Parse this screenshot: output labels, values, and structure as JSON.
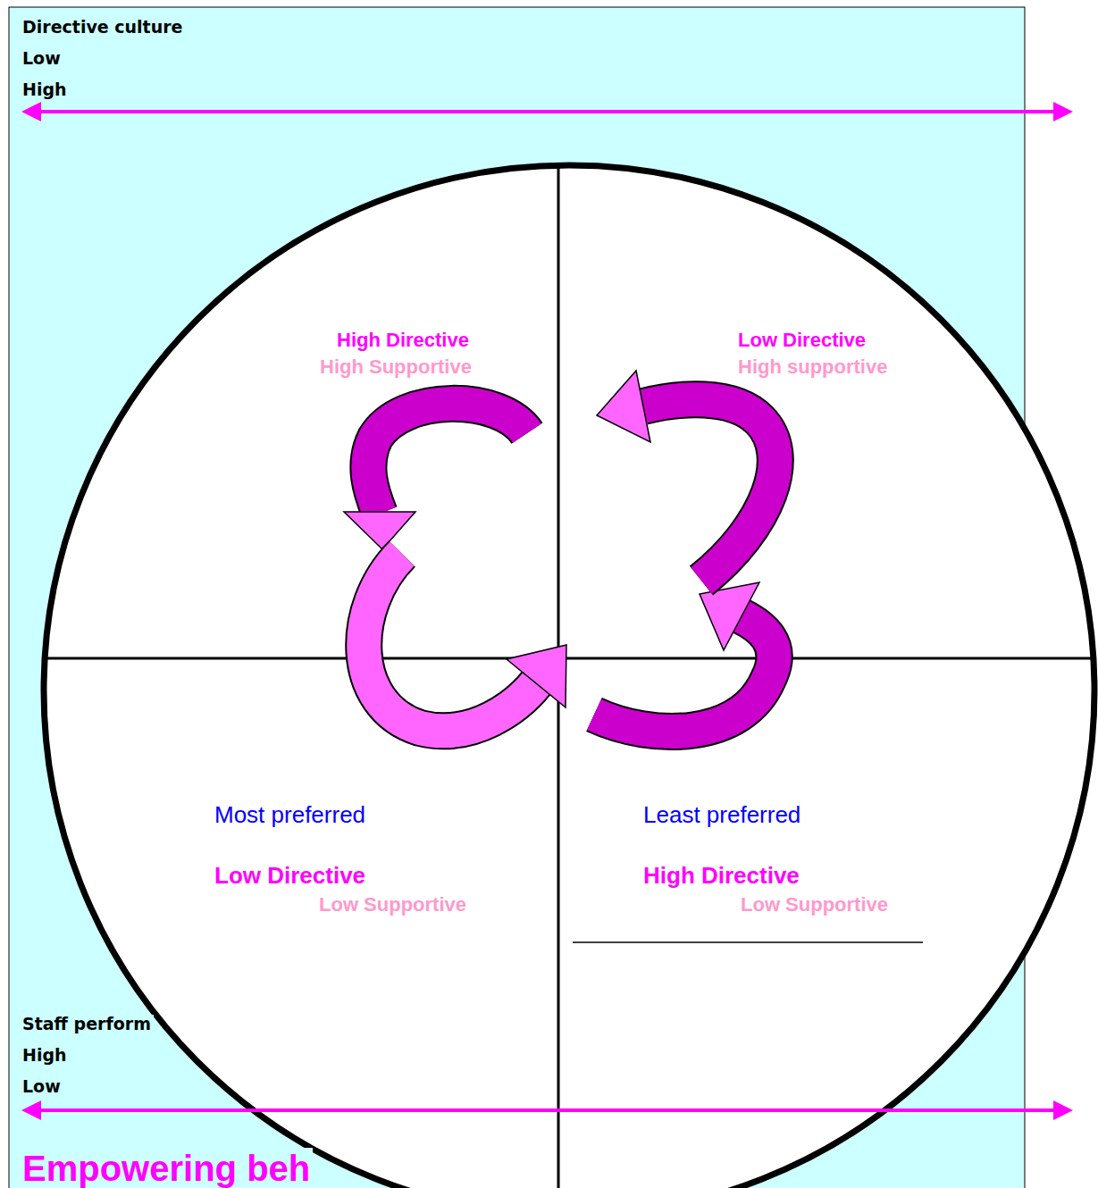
{
  "diagram": {
    "nodes": [
      {
        "text": [
          "High Directive",
          "High Supportive"
        ]
      },
      {
        "text": [
          "Low Directive",
          "High supportive"
        ]
      },
      {
        "text": [
          "Most preferred",
          "Low Directive",
          "Low Supportive"
        ]
      },
      {
        "text": [
          "Least preferred",
          "High Directive",
          "Low Supportive"
        ]
      }
    ],
    "labels": [
      "Directive culture",
      "Low",
      "High",
      "Staff perform",
      "High",
      "Low",
      "Empowering beh"
    ]
  }
}
